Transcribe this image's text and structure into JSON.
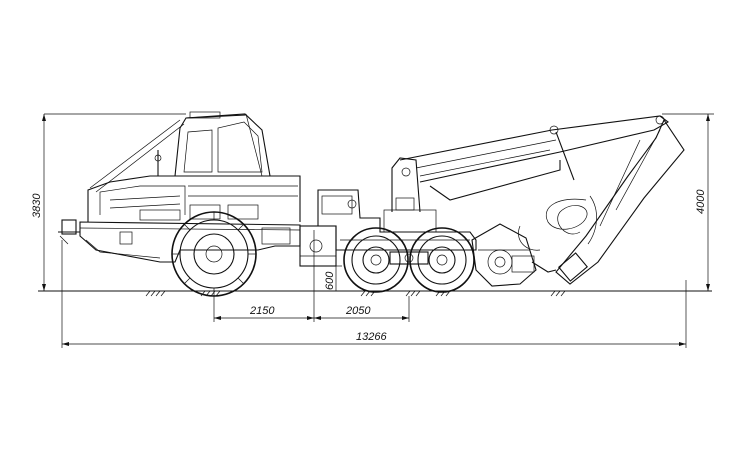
{
  "dimensions": {
    "overall_length": "13266",
    "front_wheelbase": "2150",
    "rear_wheelbase": "2050",
    "ground_clearance": "600",
    "cab_height": "3830",
    "boom_height": "4000"
  },
  "colors": {
    "line": "#111111",
    "background": "#ffffff"
  }
}
